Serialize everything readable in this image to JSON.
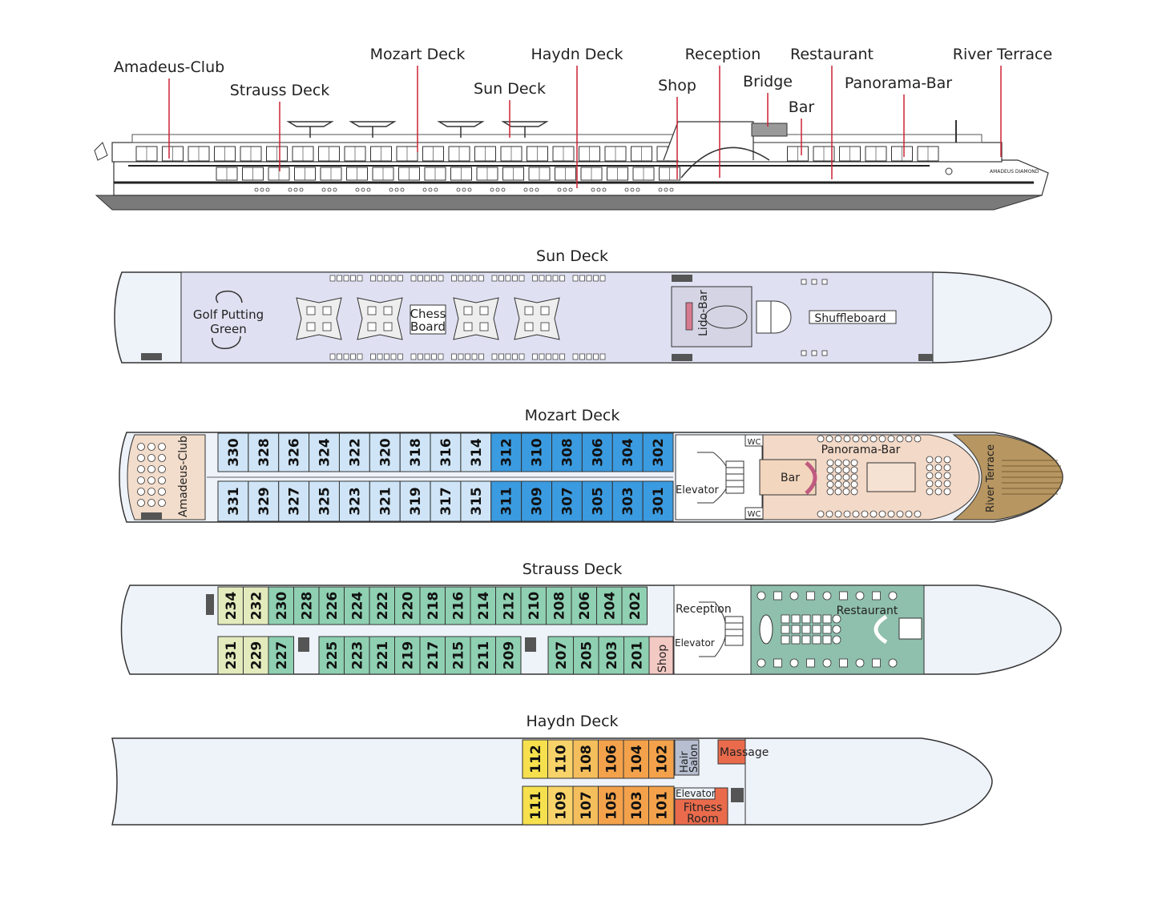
{
  "profile_labels": [
    "Amadeus-Club",
    "Strauss Deck",
    "Mozart Deck",
    "Sun Deck",
    "Haydn Deck",
    "Shop",
    "Reception",
    "Bridge",
    "Bar",
    "Restaurant",
    "Panorama-Bar",
    "River Terrace"
  ],
  "ship_name": "AMADEUS DIAMOND",
  "decks": {
    "sun": {
      "title": "Sun Deck",
      "golf_1": "Golf Putting",
      "golf_2": "Green",
      "chess_1": "Chess",
      "chess_2": "Board",
      "lido": "Lido-Bar",
      "shuffle": "Shuffleboard"
    },
    "mozart": {
      "title": "Mozart Deck",
      "club": "Amadeus-Club",
      "top": [
        "330",
        "328",
        "326",
        "324",
        "322",
        "320",
        "318",
        "316",
        "314",
        "312",
        "310",
        "308",
        "306",
        "304",
        "302"
      ],
      "bottom": [
        "331",
        "329",
        "327",
        "325",
        "323",
        "321",
        "319",
        "317",
        "315",
        "311",
        "309",
        "307",
        "305",
        "303",
        "301"
      ],
      "wc": "WC",
      "elevator": "Elevator",
      "bar": "Bar",
      "panorama": "Panorama-Bar",
      "terrace": "River Terrace"
    },
    "strauss": {
      "title": "Strauss Deck",
      "top": [
        "234",
        "232",
        "230",
        "228",
        "226",
        "224",
        "222",
        "220",
        "218",
        "216",
        "214",
        "212",
        "210",
        "208",
        "206",
        "204",
        "202"
      ],
      "bottom_a": [
        "231",
        "229",
        "227"
      ],
      "bottom_b": [
        "225",
        "223",
        "221",
        "219",
        "217",
        "215",
        "211",
        "209"
      ],
      "bottom_c": [
        "207",
        "205",
        "203",
        "201"
      ],
      "shop": "Shop",
      "reception": "Reception",
      "elevator": "Elevator",
      "restaurant": "Restaurant"
    },
    "haydn": {
      "title": "Haydn Deck",
      "top": [
        "112",
        "110",
        "108",
        "106",
        "104",
        "102"
      ],
      "bottom": [
        "111",
        "109",
        "107",
        "105",
        "103",
        "101"
      ],
      "hair_1": "Hair",
      "hair_2": "Salon",
      "massage": "Massage",
      "elevator": "Elevator",
      "fitness_1": "Fitness",
      "fitness_2": "Room"
    }
  },
  "colors": {
    "hull_fill": "#eef2f9",
    "sun_deck": "#dfe1f2",
    "mozart_light": "#cfe5f7",
    "mozart_dark": "#3b9be0",
    "strauss_light": "#e3ebbd",
    "strauss_green": "#8fd0b2",
    "strauss_rest": "#8fbfad",
    "haydn_yellow": "#f6e04e",
    "haydn_orange": "#f3a24b",
    "panorama": "#f3d9c7",
    "terrace": "#b79661",
    "massage": "#ea6b4c",
    "leader_line": "#cc2233"
  }
}
